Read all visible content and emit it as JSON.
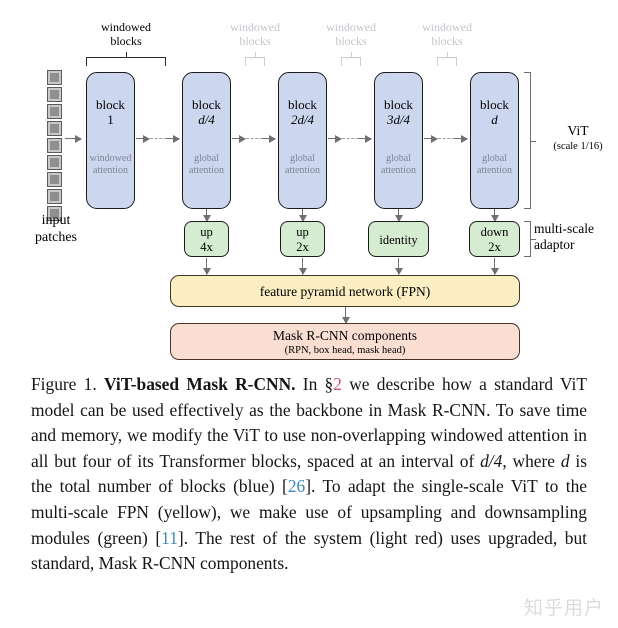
{
  "figure": {
    "input": {
      "label": "input\npatches",
      "label_line1": "input",
      "label_line2": "patches",
      "patch_count": 9,
      "patch_color": "#8f8f8f"
    },
    "brace_labels": [
      {
        "line1": "windowed",
        "line2": "blocks",
        "faded": false
      },
      {
        "line1": "windowed",
        "line2": "blocks",
        "faded": true
      },
      {
        "line1": "windowed",
        "line2": "blocks",
        "faded": true
      },
      {
        "line1": "windowed",
        "line2": "blocks",
        "faded": true
      }
    ],
    "blocks": [
      {
        "title_line1": "block",
        "title_line2": "1",
        "sub_line1": "windowed",
        "sub_line2": "attention"
      },
      {
        "title_line1": "block",
        "title_line2": "d/4",
        "sub_line1": "global",
        "sub_line2": "attention"
      },
      {
        "title_line1": "block",
        "title_line2": "2d/4",
        "sub_line1": "global",
        "sub_line2": "attention"
      },
      {
        "title_line1": "block",
        "title_line2": "3d/4",
        "sub_line1": "global",
        "sub_line2": "attention"
      },
      {
        "title_line1": "block",
        "title_line2": "d",
        "sub_line1": "global",
        "sub_line2": "attention"
      }
    ],
    "block_color": "#ccd7ef",
    "adaptors": [
      {
        "line1": "up",
        "line2": "4x"
      },
      {
        "line1": "up",
        "line2": "2x"
      },
      {
        "line1": "identity",
        "line2": ""
      },
      {
        "line1": "down",
        "line2": "2x"
      }
    ],
    "adaptor_color": "#d6ecd1",
    "vit_label": {
      "line1": "ViT",
      "line2": "(scale 1/16)"
    },
    "adaptor_label": {
      "line1": "multi-scale",
      "line2": "adaptor"
    },
    "fpn": {
      "label": "feature pyramid network (FPN)",
      "color": "#fbeec2"
    },
    "maskrcnn": {
      "line1": "Mask R-CNN components",
      "line2": "(RPN, box head, mask head)",
      "color": "#f9ded1"
    }
  },
  "caption": {
    "figure_number": "Figure 1.",
    "title": "ViT-based Mask R-CNN.",
    "seg1": " In §",
    "ref_section": "2",
    "seg2": " we describe how a standard ViT model can be used effectively as the backbone in Mask R-CNN. To save time and memory, we modify the ViT to use non-overlapping windowed attention in all but four of its Transformer blocks, spaced at an interval of ",
    "math1": "d/4",
    "seg3": ", where ",
    "math2": "d",
    "seg4": " is the total number of blocks (blue) [",
    "ref_26": "26",
    "seg5": "]. To adapt the single-scale ViT to the multi-scale FPN (yellow), we make use of upsampling and downsampling modules (green) [",
    "ref_11": "11",
    "seg6": "]. The rest of the system (light red) uses upgraded, but standard, Mask R-CNN components."
  },
  "watermark": {
    "text": "知乎用户"
  }
}
